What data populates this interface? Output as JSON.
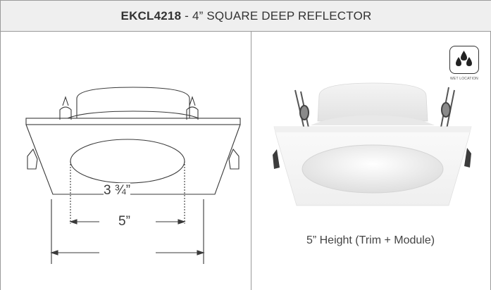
{
  "header": {
    "product_code": "EKCL4218",
    "separator": " - ",
    "product_name": "4” SQUARE DEEP REFLECTOR"
  },
  "dimensions": {
    "inner_diameter": "3 ¾”",
    "outer_width": "5”"
  },
  "badge": {
    "icon": "water-drops-icon",
    "label": "WET LOCATION"
  },
  "notes": {
    "height": "5” Height (Trim + Module)"
  }
}
